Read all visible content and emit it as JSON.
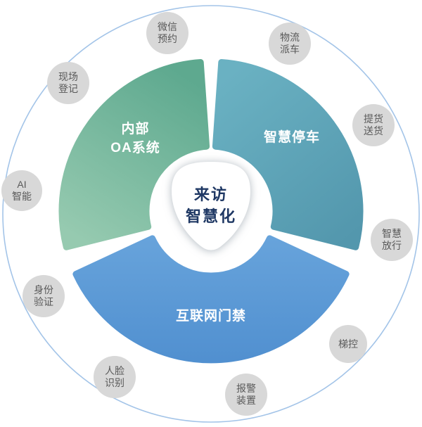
{
  "center": {
    "line1": "来访",
    "line2": "智慧化"
  },
  "segments": [
    {
      "name": "internal-oa",
      "line1": "内部",
      "line2": "OA系统",
      "color_top": "#5ea98f",
      "color_bottom": "#96cab0"
    },
    {
      "name": "smart-parking",
      "label": "智慧停车",
      "color_top": "#6ab1c2",
      "color_bottom": "#5397ad"
    },
    {
      "name": "internet-access-control",
      "label": "互联网门禁",
      "color_top": "#67a3db",
      "color_bottom": "#5190d0"
    }
  ],
  "satellites": [
    {
      "line1": "微信",
      "line2": "预约"
    },
    {
      "line1": "物流",
      "line2": "派车"
    },
    {
      "line1": "提货",
      "line2": "送货"
    },
    {
      "line1": "智慧",
      "line2": "放行"
    },
    {
      "line1": "梯控"
    },
    {
      "line1": "报警",
      "line2": "装置"
    },
    {
      "line1": "人脸",
      "line2": "识别"
    },
    {
      "line1": "身份",
      "line2": "验证"
    },
    {
      "line1": "AI",
      "line2": "智能"
    },
    {
      "line1": "现场",
      "line2": "登记"
    }
  ],
  "colors": {
    "ring": "#a3c4e8",
    "satellite_fill": "#d8d8d8",
    "satellite_text": "#595959",
    "center_text": "#1f3864",
    "segment_label": "#ffffff",
    "blob_fill": "#ffffff"
  }
}
